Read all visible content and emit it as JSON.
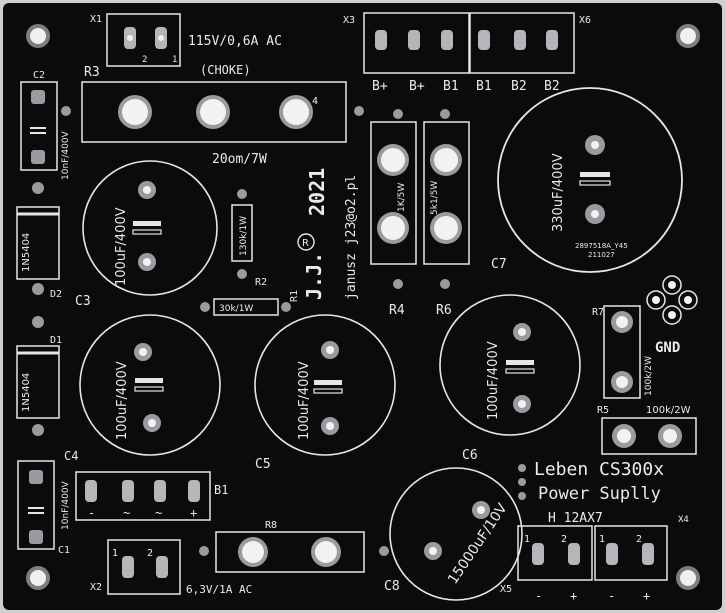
{
  "board": {
    "colors": {
      "pcb": "#0b0b0c",
      "silk": "#e6e6e6",
      "pad": "#9a9aa0",
      "hole": "#f2f2f2"
    },
    "top_texts": {
      "x1": "X1",
      "ac_in": "115V/0,6A AC",
      "choke": "(CHOKE)",
      "r3": "R3",
      "r3_value": "20om/7W",
      "pin2": "2",
      "pin1": "1",
      "pin4": "4",
      "x3": "X3",
      "x6": "X6"
    },
    "x3_pins": [
      "B+",
      "B+",
      "B1"
    ],
    "x6_pins": [
      "B1",
      "B2",
      "B2"
    ],
    "left_texts": {
      "c2": "C2",
      "c2_value": "10nF/400V",
      "d2": "D2",
      "d2_value": "1N5404",
      "d1": "D1",
      "d1_value": "1N5404",
      "c4": "C4",
      "c1": "C1",
      "c1_value": "10nF/400V"
    },
    "caps": {
      "c3": {
        "label": "C3",
        "value": "100uF/400V"
      },
      "c4": {
        "label": "C4",
        "value": "100uF/400V"
      },
      "c5": {
        "label": "C5",
        "value": "100uF/400V"
      },
      "c6": {
        "label": "C6",
        "value": "100uF/400V"
      },
      "c7": {
        "label": "C7",
        "value": "330uF/400V",
        "marking": "2897518A_Y45",
        "date": "211027"
      },
      "c8": {
        "label": "C8",
        "value": "15000uF/10V"
      }
    },
    "resistors": {
      "r1": "R1",
      "r1_value": "30k/1W",
      "r2": "R2",
      "r2_value": "130k/1W",
      "r4": "R4",
      "r4_value": "1K/5W",
      "r6": "R6",
      "r6_value": "5k1/5W",
      "r7": "R7",
      "r7_value": "100k/2W",
      "r5": "R5",
      "r5_value": "100k/2W",
      "r8": "R8"
    },
    "author": {
      "initials": "J.J.",
      "registered": "R",
      "year": "2021",
      "email": "janusz j23@o2.pl"
    },
    "gnd": "GND",
    "brand": {
      "line1": "Leben CS300x",
      "line2": "Power Suplly"
    },
    "heater": {
      "title": "H 12AX7",
      "x4": "X4",
      "x5": "X5",
      "pin1": "1",
      "pin2": "2",
      "plus": "+",
      "minus": "-"
    },
    "bridge": {
      "label": "B1",
      "pins": [
        "-",
        "~",
        "~",
        "+"
      ]
    },
    "x2": {
      "label": "X2",
      "pin1": "1",
      "pin2": "2",
      "value": "6,3V/1A AC"
    }
  }
}
